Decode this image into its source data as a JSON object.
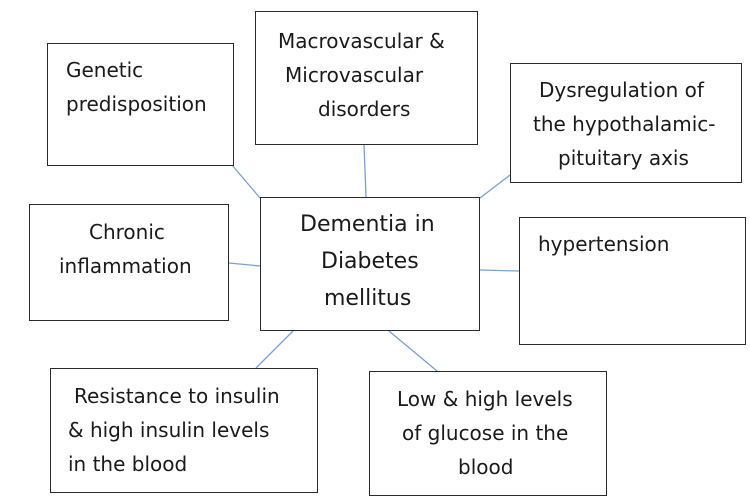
{
  "diagram": {
    "center": {
      "lines": [
        "Dementia in",
        "Diabetes",
        "mellitus"
      ]
    },
    "nodes": {
      "genetic": {
        "lines": [
          "Genetic",
          "predisposition"
        ]
      },
      "vascular": {
        "lines": [
          "Macrovascular &",
          "Microvascular",
          "disorders"
        ]
      },
      "hpa": {
        "lines": [
          "Dysregulation of",
          "the hypothalamic-",
          "pituitary axis"
        ]
      },
      "inflammation": {
        "lines": [
          "Chronic",
          "inflammation"
        ]
      },
      "hypertension": {
        "lines": [
          "hypertension"
        ]
      },
      "insulin": {
        "lines": [
          "Resistance to insulin",
          "& high insulin levels",
          "in the blood"
        ]
      },
      "glucose": {
        "lines": [
          "Low & high levels",
          "of glucose in the",
          "blood"
        ]
      }
    },
    "colors": {
      "connector": "#7ba1cf",
      "border": "#2a2a2a"
    }
  }
}
